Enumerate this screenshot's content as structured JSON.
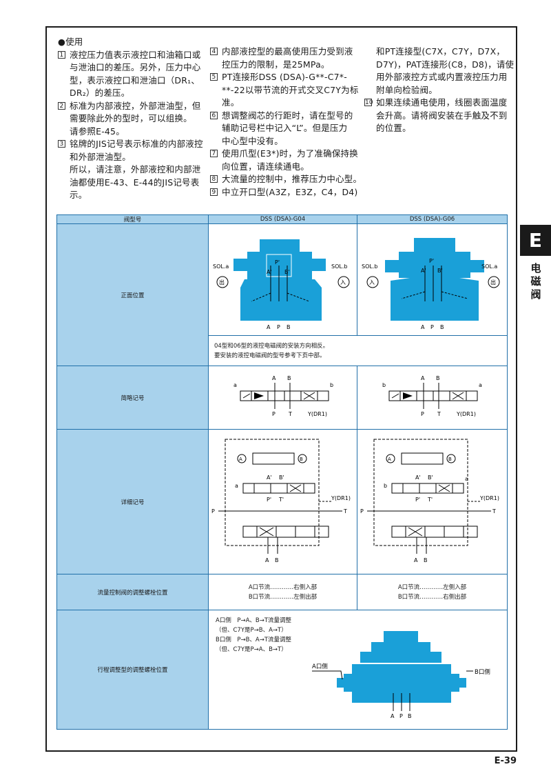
{
  "notes": {
    "title": "●使用",
    "col1": [
      {
        "n": "1",
        "lines": [
          "液控压力值表示液控口和油箱口或",
          "与泄油口的差压。另外，压力中心",
          "型，表示液控口和泄油口（DR₁、",
          "DR₂）的差压。"
        ]
      },
      {
        "n": "2",
        "lines": [
          "标准为内部液控，外部泄油型，但",
          "需要除此外的型时，可以组换。",
          "请参照E-45。"
        ]
      },
      {
        "n": "3",
        "lines": [
          "铭牌的JIS记号表示标准的内部液控",
          "和外部泄油型。",
          "所以，请注意，外部液控和内部泄",
          "油都使用E-43、E-44的JIS记号表",
          "示。"
        ]
      }
    ],
    "col2": [
      {
        "n": "4",
        "lines": [
          "内部液控型的最高使用压力受到液",
          "控压力的限制，是25MPa。"
        ]
      },
      {
        "n": "5",
        "lines": [
          "PT连接形DSS (DSA)-G**-C7*-",
          "**-22以带节流的开式交叉C7Y为标",
          "准。"
        ]
      },
      {
        "n": "6",
        "lines": [
          "想调整阀芯的行距时，请在型号的",
          "辅助记号栏中记入“L”。但是压力",
          "中心型中没有。"
        ]
      },
      {
        "n": "7",
        "lines": [
          "使用爪型(E3*)时，为了准确保持换",
          "向位置，请连续通电。"
        ]
      },
      {
        "n": "8",
        "lines": [
          "大流量的控制中，推荐压力中心型。"
        ]
      },
      {
        "n": "9",
        "lines": [
          "中立开口型(A3Z，E3Z，C4，D4)"
        ]
      }
    ],
    "col3": [
      {
        "n": "",
        "lines": [
          "和PT连接型(C7X，C7Y，D7X，",
          "D7Y)，PAT连接形(C8，D8)，请使",
          "用外部液控方式或内置液控压力用",
          "附单向检验阀。"
        ]
      },
      {
        "n": "10",
        "lines": [
          "如果连续通电使用，线圈表面温度",
          "会升高。请将阀安装在手触及不到",
          "的位置。"
        ]
      }
    ]
  },
  "table": {
    "header": [
      "阀型号",
      "DSS (DSA)-G04",
      "DSS (DSA)-G06"
    ],
    "rows": {
      "front": "正面位置",
      "mount_note": [
        "04型和06型的液控电磁阀的安装方向相反。",
        "要安装的液控电磁阀的型号参考下页中部。"
      ],
      "simple": "简略记号",
      "detail": "详细记号",
      "flow": "流量控制阀的调整螺栓位置",
      "stroke": "行程调整型的调整螺栓位置"
    },
    "flow_g04": [
      "A口节流…………右侧入部",
      "B口节流…………左侧出部"
    ],
    "flow_g06": [
      "A口节流…………左侧入部",
      "B口节流…………右侧出部"
    ],
    "stroke_text": [
      "A口侧　P→A、B→T流量调整",
      "（但、C7Y是P→B、A→T）",
      "B口侧　P→B、A→T流量调整",
      "（但、C7Y是P→A、B→T）"
    ],
    "stroke_labels": {
      "a_side": "A口侧",
      "b_side": "B口侧"
    }
  },
  "diagram_labels": {
    "sol_a": "SOL.a",
    "sol_b": "SOL.b",
    "out": "出",
    "in": "入",
    "A": "A",
    "P": "P",
    "B": "B",
    "T": "T",
    "Pp": "P'",
    "Ap": "A'",
    "Bp": "B'",
    "Tp": "T'",
    "a": "a",
    "b": "b",
    "y_dr1": "Y(DR1)"
  },
  "side_tab": {
    "letter": "E",
    "text": [
      "电",
      "磁",
      "阀"
    ]
  },
  "page_number": "E-39",
  "colors": {
    "accent": "#a8d2ec",
    "valve": "#1aa0d8",
    "border": "#1f6fa8"
  }
}
